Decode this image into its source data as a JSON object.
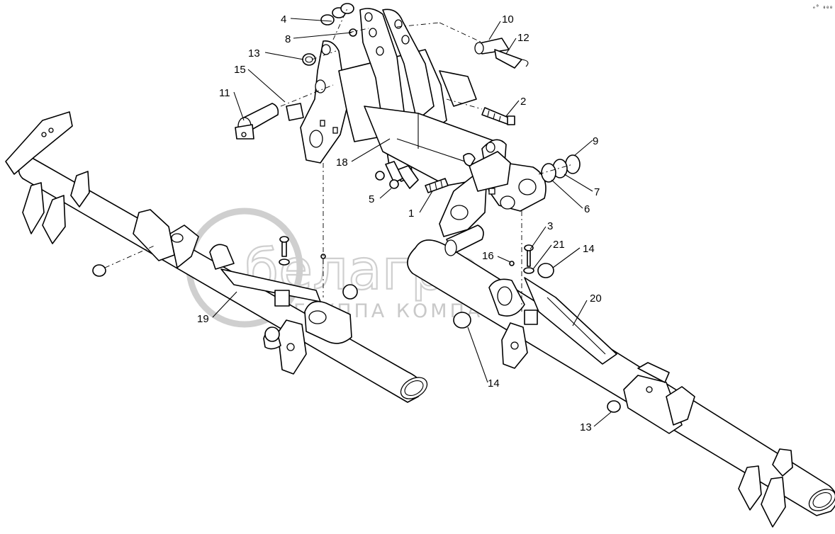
{
  "watermark": {
    "brand": "белагро",
    "subtitle": "ГРУППА КОМПАНИЙ",
    "color": "#cfcfcf"
  },
  "corner_mark": "ₑ⁰ ₀₀₀",
  "callouts": [
    {
      "id": "c4",
      "label": "4"
    },
    {
      "id": "c8",
      "label": "8"
    },
    {
      "id": "c10",
      "label": "10"
    },
    {
      "id": "c12",
      "label": "12"
    },
    {
      "id": "c13a",
      "label": "13"
    },
    {
      "id": "c15",
      "label": "15"
    },
    {
      "id": "c11",
      "label": "11"
    },
    {
      "id": "c2",
      "label": "2"
    },
    {
      "id": "c9",
      "label": "9"
    },
    {
      "id": "c18",
      "label": "18"
    },
    {
      "id": "c7",
      "label": "7"
    },
    {
      "id": "c6",
      "label": "6"
    },
    {
      "id": "c5",
      "label": "5"
    },
    {
      "id": "c1",
      "label": "1"
    },
    {
      "id": "c3",
      "label": "3"
    },
    {
      "id": "c21",
      "label": "21"
    },
    {
      "id": "c16",
      "label": "16"
    },
    {
      "id": "c14a",
      "label": "14"
    },
    {
      "id": "c20",
      "label": "20"
    },
    {
      "id": "c19",
      "label": "19"
    },
    {
      "id": "c14b",
      "label": "14"
    },
    {
      "id": "c13b",
      "label": "13"
    }
  ]
}
